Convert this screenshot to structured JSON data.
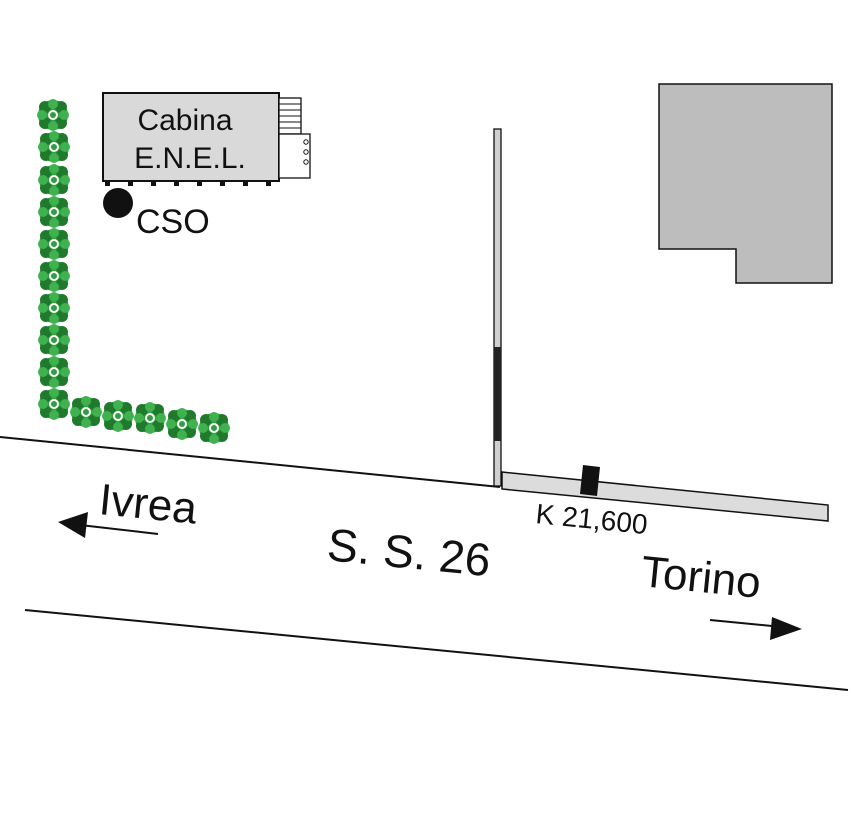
{
  "labels": {
    "cabin_line1": "Cabina",
    "cabin_line2": "E.N.E.L.",
    "cso": "CSO",
    "west": "Ivrea",
    "road": "S. S. 26",
    "km": "K 21,600",
    "east": "Torino"
  },
  "icons": {
    "hedge": "shrub-icon",
    "station": "filled-circle-icon",
    "west_arrow": "arrow-left-icon",
    "east_arrow": "arrow-right-icon",
    "km_marker": "milestone-marker-icon"
  },
  "colors": {
    "hedge": "#2e9e3e",
    "hedge_dark": "#1f7a2c",
    "building": "#bdbdbd",
    "cabin": "#d9d9d9",
    "pole": "#d0d0d0",
    "sidewalk": "#dcdcdc",
    "ink": "#111111"
  }
}
